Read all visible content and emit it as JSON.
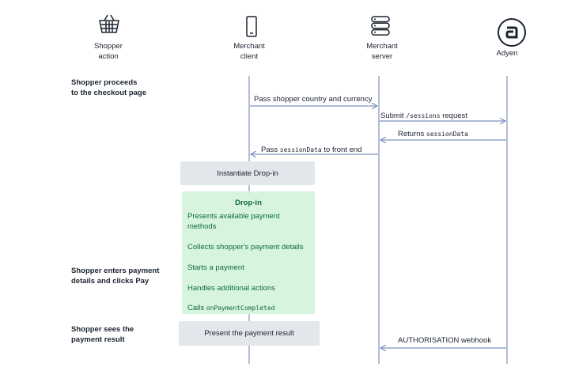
{
  "actors": {
    "shopper_l1": "Shopper",
    "shopper_l2": "action",
    "client_l1": "Merchant",
    "client_l2": "client",
    "server_l1": "Merchant",
    "server_l2": "server",
    "adyen": "Adyen"
  },
  "side": {
    "s1_l1": "Shopper proceeds",
    "s1_l2": "to the checkout page",
    "s2_l1": "Shopper enters payment",
    "s2_l2": "details and clicks Pay",
    "s3_l1": "Shopper sees the",
    "s3_l2": "payment result"
  },
  "messages": {
    "m1": "Pass shopper country and currency",
    "m2_pre": "Submit ",
    "m2_code": "/sessions",
    "m2_post": " request",
    "m3_pre": "Returns ",
    "m3_code": "sessionData",
    "m4_pre": "Pass ",
    "m4_code": "sessionData",
    "m4_post": " to front end",
    "m5": "AUTHORISATION webhook"
  },
  "boxes": {
    "instantiate": "Instantiate Drop-in",
    "dropin_title": "Drop-in",
    "dropin_items": {
      "i1_l1": "Presents available payment",
      "i1_l2": "methods",
      "i2": "Collects shopper's payment details",
      "i3": "Starts a payment",
      "i4": "Handles additional actions",
      "i5_pre": "Calls ",
      "i5_code": "onPaymentCompleted"
    },
    "result": "Present the payment result"
  },
  "icons": {
    "shopper": "basket-icon",
    "client": "smartphone-icon",
    "server": "server-icon",
    "adyen": "adyen-logo-icon"
  },
  "colors": {
    "lifeline": "#9aa9c7",
    "arrow": "#7f93bf",
    "grey_box": "#e3e6eb",
    "green_box": "#d7f4df",
    "green_text": "#0f6b3a"
  }
}
